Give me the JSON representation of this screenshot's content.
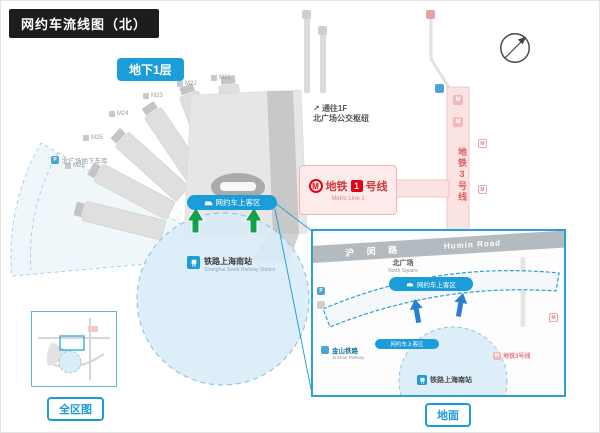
{
  "title": "网约车流线图（北）",
  "badges": {
    "level": "地下1层",
    "overview": "全区图",
    "ground": "地面"
  },
  "icons": {
    "parking": "P",
    "metro": "M",
    "arrow_ne": "↗"
  },
  "colors": {
    "accent": "#1b9dd9",
    "metro_red": "#e60012",
    "arrow_green": "#12a24e"
  },
  "main": {
    "pickup": "网约车上客区",
    "station_cn": "铁路上海南站",
    "station_en": "Shanghai South Railway Station",
    "metro1_prefix": "地铁",
    "metro1_num": "1",
    "metro1_suffix": "号线",
    "metro1_en": "Metro Line 1",
    "metro3_vertical": "地铁3号线",
    "bus_hub_line1": "通往1F",
    "bus_hub_line2": "北广场公交枢纽",
    "garage": "北广场地下车库",
    "markers": [
      "M21",
      "M22",
      "M23",
      "M24",
      "M25",
      "M26"
    ]
  },
  "inset": {
    "road_cn": "沪 闵 路",
    "road_en": "Humin Road",
    "north_square_cn": "北广场",
    "north_square_en": "North Square",
    "pickup": "网约车上客区",
    "jinshan_cn": "金山铁路",
    "jinshan_en": "Jinshan Railway",
    "station_cn": "铁路上海南站",
    "metro3": "地铁3号线"
  }
}
